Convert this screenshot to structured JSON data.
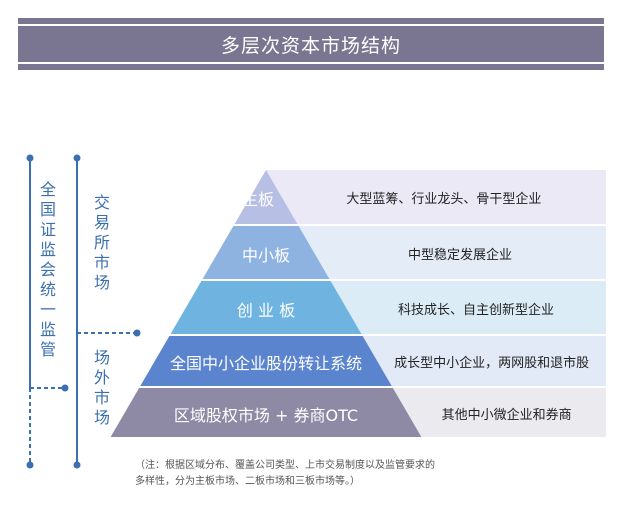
{
  "title": "多层次资本市场结构",
  "left_labels": {
    "regulator": "全国证监会统一监管",
    "exchange": "交易所市场",
    "otc": "场外市场"
  },
  "tiers": [
    {
      "label": "主板",
      "description": "大型蓝筹、行业龙头、骨干型企业",
      "color": "#b7bfe4"
    },
    {
      "label": "中小板",
      "description": "中型稳定发展企业",
      "color": "#8fb3e0"
    },
    {
      "label": "创 业 板",
      "description": "科技成长、自主创新型企业",
      "color": "#6fb4e0"
    },
    {
      "label": "全国中小企业股份转让系统",
      "description": "成长型中小企业，两网股和退市股",
      "color": "#5b84cf"
    },
    {
      "label": "区域股权市场 + 券商OTC",
      "description": "其他中小微企业和券商",
      "color": "#8e8aa5"
    }
  ],
  "note": "（注：根据区域分布、覆盖公司类型、上市交易制度以及监管要求的多样性，分为主板市场、二板市场和三板市场等。）"
}
